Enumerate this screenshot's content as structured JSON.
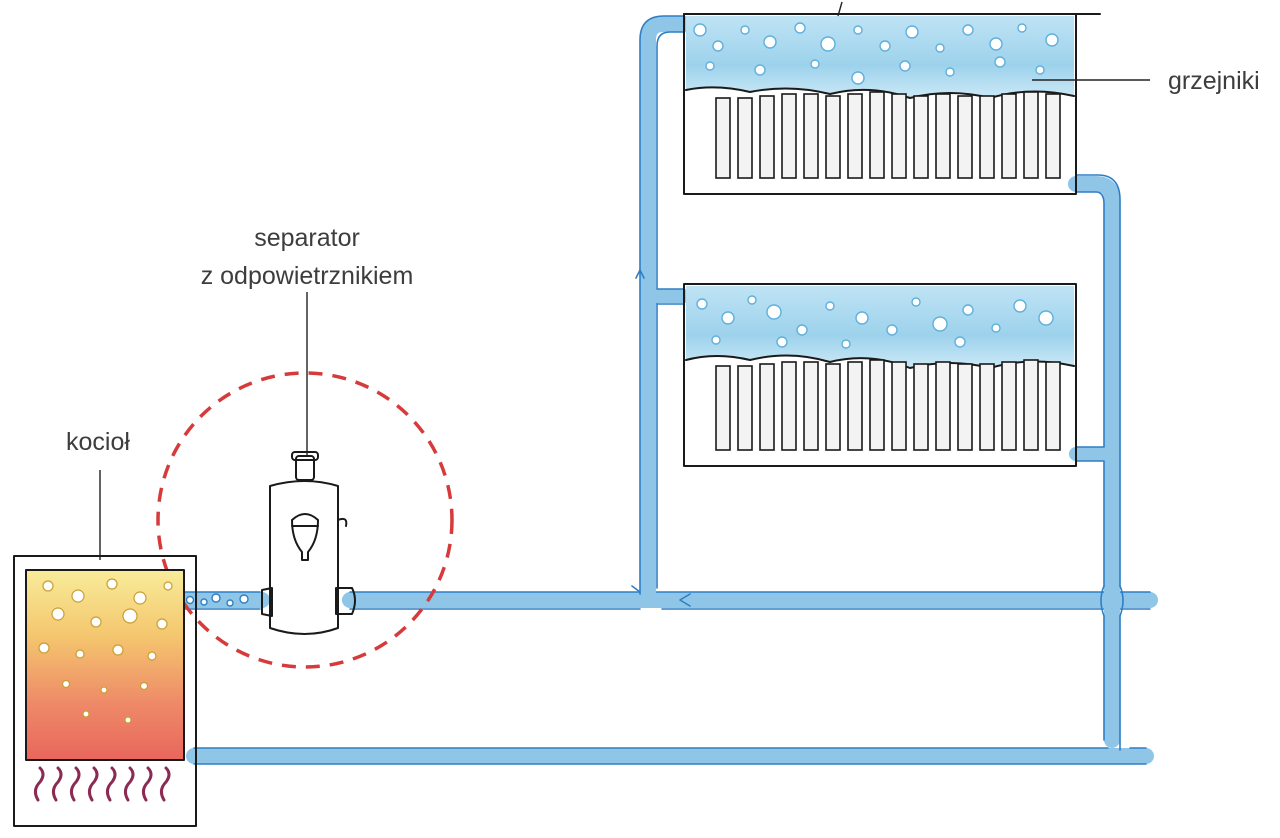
{
  "labels": {
    "radiators": "grzejniki",
    "separator_line1": "separator",
    "separator_line2": "z odpowietrznikiem",
    "boiler": "kocioł"
  },
  "colors": {
    "pipe": "#8fc6e8",
    "pipe_outline": "#2f7fc4",
    "radiator_water": "#a9d8ef",
    "boiler_top": "#f6e58a",
    "boiler_bottom": "#ec6f62",
    "separator_body": "#d9856f",
    "highlight_circle": "#d63a3a",
    "flame": "#8b2a52"
  }
}
